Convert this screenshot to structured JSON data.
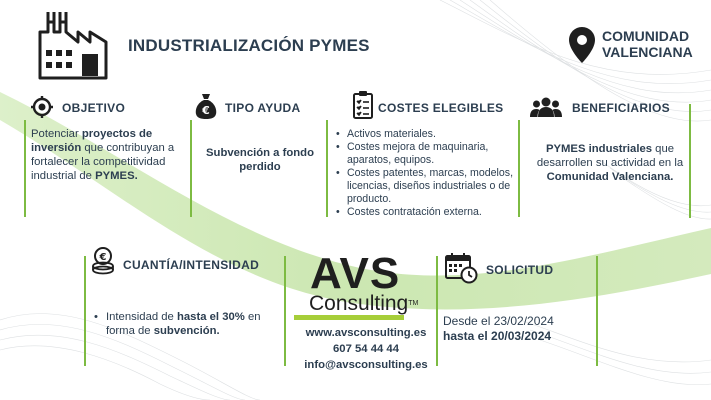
{
  "header": {
    "title": "INDUSTRIALIZACIÓN PYMES",
    "region_line1": "COMUNIDAD",
    "region_line2": "VALENCIANA"
  },
  "sections": {
    "objetivo": {
      "title": "OBJETIVO",
      "text_1": "Potenciar ",
      "text_bold_1": "proyectos de inversión",
      "text_2": " que contribuyan a fortalecer la competitividad industrial de ",
      "text_bold_2": "PYMES."
    },
    "tipo_ayuda": {
      "title": "TIPO AYUDA",
      "line1": "Subvención a fondo",
      "line2": "perdido"
    },
    "costes": {
      "title": "COSTES ELEGIBLES",
      "items": [
        "Activos materiales.",
        "Costes mejora de maquinaria, aparatos, equipos.",
        "Costes patentes, marcas, modelos, licencias, diseños industriales o de producto.",
        "Costes contratación externa."
      ]
    },
    "beneficiarios": {
      "title": "BENEFICIARIOS",
      "text_bold_1": "PYMES industriales",
      "text_1": " que desarrollen su actividad en la ",
      "text_bold_2": "Comunidad Valenciana."
    },
    "cuantia": {
      "title": "CUANTÍA/INTENSIDAD",
      "text_1": "Intensidad de ",
      "text_bold_1": "hasta el 30%",
      "text_2": " en forma de ",
      "text_bold_2": "subvención."
    },
    "solicitud": {
      "title": "SOLICITUD",
      "line1": "Desde el 23/02/2024",
      "line2": "hasta el 20/03/2024"
    }
  },
  "brand": {
    "name": "AVS",
    "sub": "Consulting",
    "tm": "TM",
    "website": "www.avsconsulting.es",
    "phone": "607 54 44 44",
    "email": "info@avsconsulting.es"
  },
  "colors": {
    "accent_green": "#7dbb42",
    "text_navy": "#2c3e50"
  }
}
